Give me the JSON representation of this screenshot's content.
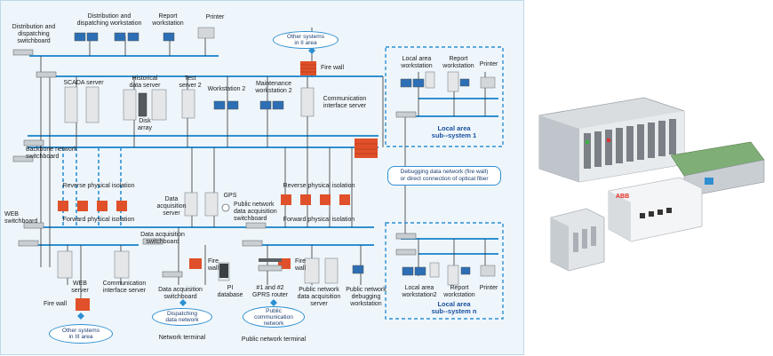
{
  "diagram": {
    "labels": {
      "distribution_switchboard": "Distribution and\ndispatching\nswitchboard",
      "distribution_workstation": "Distribution and\ndispatching workstation",
      "report_workstation": "Report\nworkstation",
      "printer": "Printer",
      "other_systems_ii": "Other systems\nin II area",
      "fire_wall_top": "Fire wall",
      "communication_server": "Communication\ninterface server",
      "scada_server": "SCADA server",
      "historical_server": "Historical\ndata server",
      "test_server": "Test\nserver 2",
      "workstation_2": "Workstation 2",
      "maintenance_workstation": "Maintenance\nworkstation 2",
      "disk_array": "Disk\narray",
      "backbone_switchboard": "Backbone network\nswitchboard",
      "reverse_isolation_left": "Reverse physical isolation",
      "forward_isolation_left": "Forward physical isolation",
      "reverse_isolation_right": "Reverse physical isolation",
      "forward_isolation_right": "Forward physical isolation",
      "web_switchboard": "WEB\nswitchboard",
      "data_acq_server": "Data\nacquisition\nserver",
      "gps": "GPS",
      "public_network_switchboard": "Public network\ndata acquisition\nswitchboard",
      "data_acq_switchboard_1": "Data acquisition\nswitchboard",
      "web_server": "WEB\nserver",
      "comm_interface_server_bottom": "Communication\ninterface server",
      "fire_wall_bottom_left": "Fire wall",
      "fire_wall_mid": "Fire\nwall",
      "fire_wall_gprs": "Fire\nwall",
      "data_acq_switchboard_2": "Data acquisition\nswitchboard",
      "pi_database": "PI\ndatabase",
      "gprs_router": "#1 and #2\nGPRS router",
      "public_network_server": "Public network\ndata acquisition\nserver",
      "public_network_debugging": "Public network\ndebugging\nworkstation",
      "dispatching_network": "Dispatching\ndata network",
      "network_terminal": "Network terminal",
      "public_comm_network": "Public\ncommunication\nnetwork",
      "public_network_terminal": "Public network terminal",
      "other_systems_iii": "Other systems\nin III area",
      "local_area_workstation": "Local area\nworkstation",
      "report_workstation_right": "Report\nworkstation",
      "printer_right_top": "Printer",
      "local_area_subsystem_1": "Local area\nsub--system 1",
      "debugging_network": "Debugging data network (fire wall)\nor direct connection of optical fiber",
      "local_area_workstation2": "Local area\nworkstation2",
      "report_workstation_right_bottom": "Report\nworkstation",
      "printer_right_bottom": "Printer",
      "local_area_subsystem_n": "Local area\nsub--system n"
    },
    "colors": {
      "bus_line": "#2f8fd0",
      "fire_wall": "#e0502a",
      "panel_bg": "#eef6fb"
    }
  },
  "photo": {
    "brand_text": "ABB"
  }
}
